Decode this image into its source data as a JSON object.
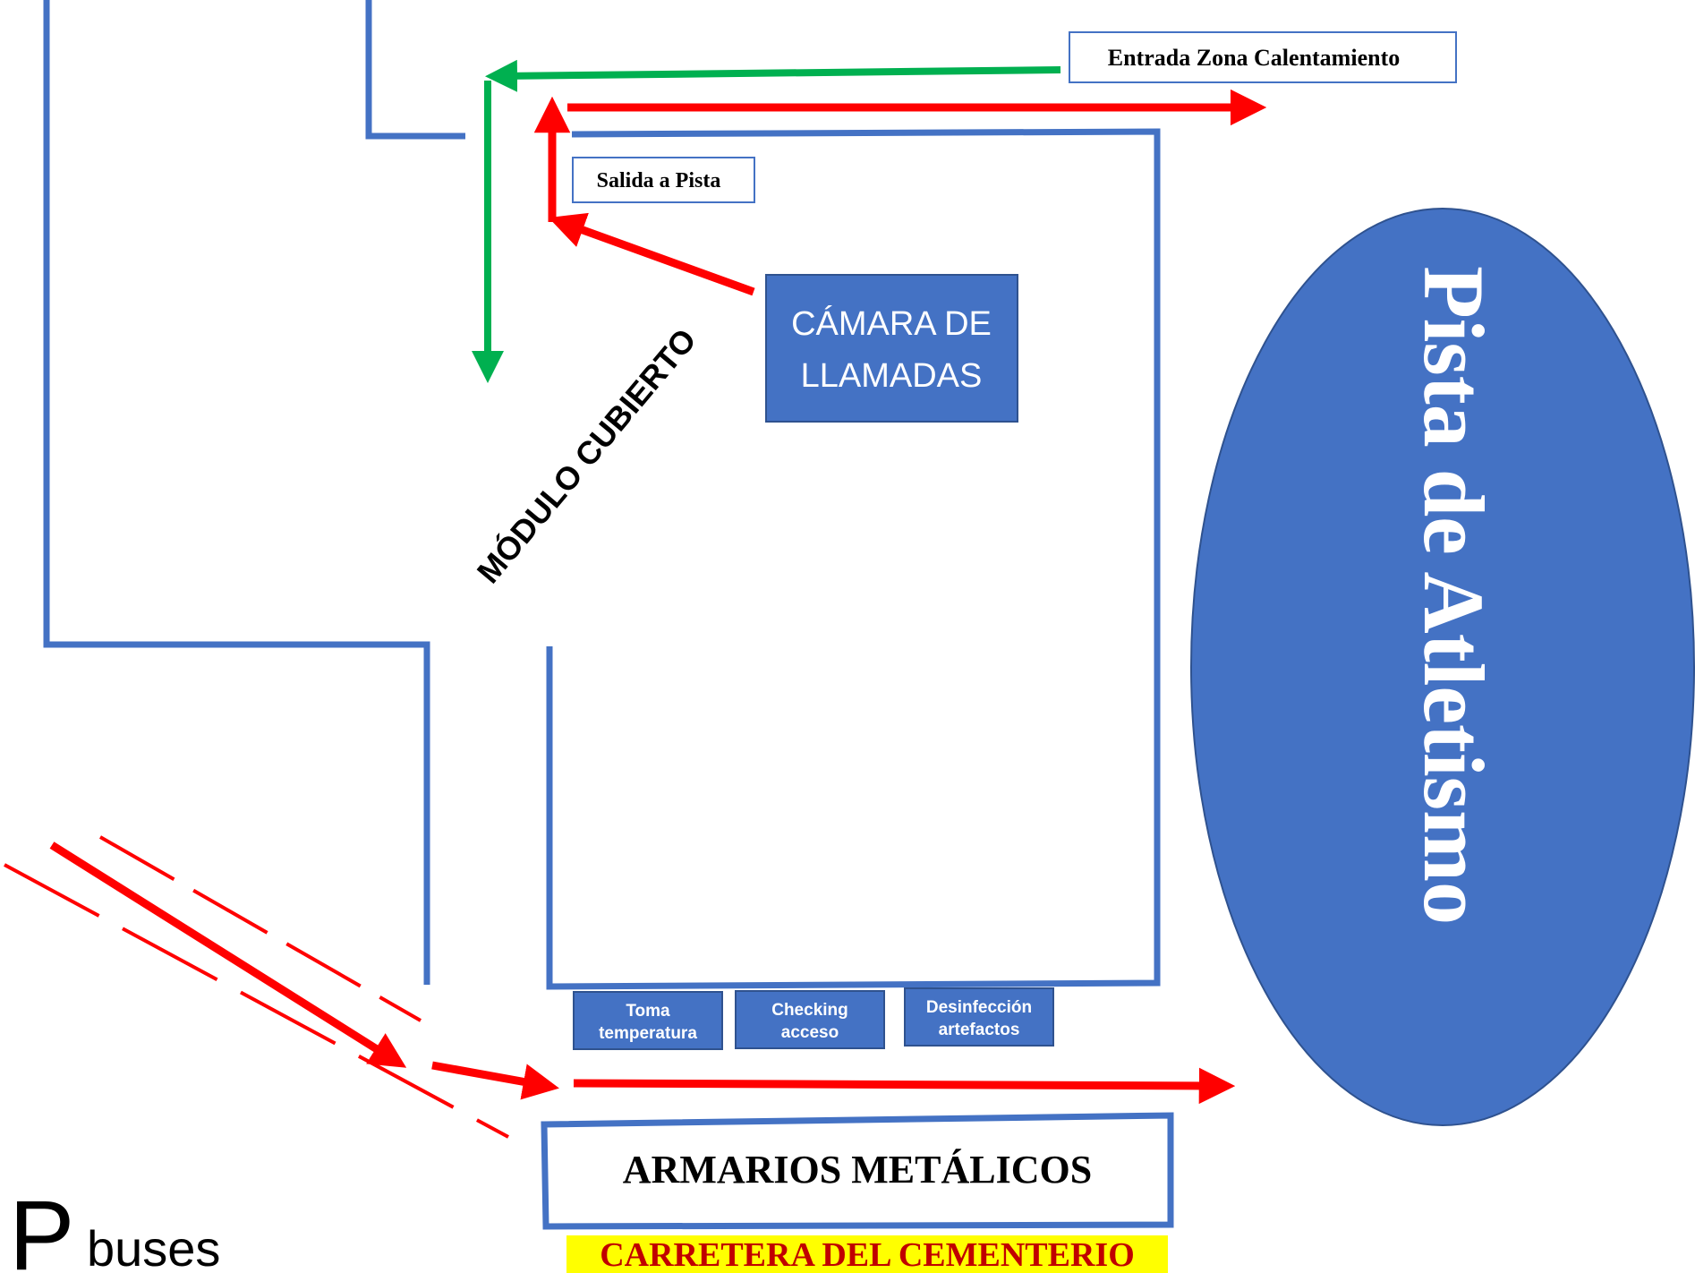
{
  "colors": {
    "wall": "#4472c4",
    "box_fill": "#4472c4",
    "box_border": "#2f528f",
    "route_red": "#ff0000",
    "route_green": "#00b050",
    "label_border": "#4472c4",
    "road_highlight": "#ffff00",
    "text_dark": "#000000",
    "text_light": "#ffffff"
  },
  "labels": {
    "entrada_zona_calentamiento": "Entrada Zona Calentamiento",
    "salida_a_pista": "Salida a Pista",
    "camara_de_llamadas_line1": "CÁMARA DE",
    "camara_de_llamadas_line2": "LLAMADAS",
    "modulo_cubierto": "MÓDULO CUBIERTO",
    "pista_de_atletismo": "Pista de Atletismo",
    "toma_temperatura_line1": "Toma",
    "toma_temperatura_line2": "temperatura",
    "checking_acceso_line1": "Checking",
    "checking_acceso_line2": "acceso",
    "desinfeccion_artefactos_line1": "Desinfección",
    "desinfeccion_artefactos_line2": "artefactos",
    "armarios_metalicos": "ARMARIOS METÁLICOS",
    "carretera_del_cementerio": "CARRETERA DEL CEMENTERIO",
    "parking_symbol": "P",
    "parking_buses": "buses"
  },
  "icons": {
    "route_arrows": "arrow-icon",
    "parking": "parking-icon"
  }
}
